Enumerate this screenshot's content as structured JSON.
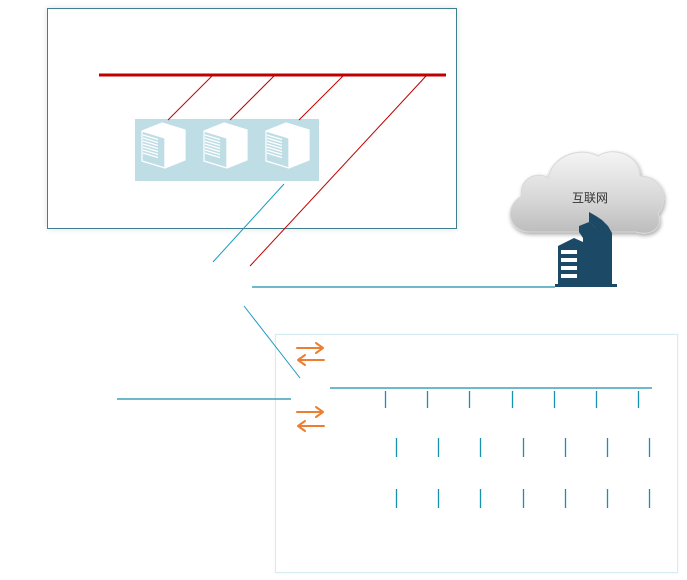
{
  "diagram": {
    "type": "network-topology",
    "cloud": {
      "label": "互联网",
      "icon": "cloud-icon"
    },
    "building": {
      "icon": "office-building-icon",
      "color": "#1c4a66"
    },
    "server_group": {
      "count": 3,
      "icon": "server-icon",
      "panel_color": "#bfdde5"
    },
    "top_bus": {
      "color": "#c00000",
      "drops": 4
    },
    "switch_rows": [
      {
        "ticks": 7
      },
      {
        "ticks": 7
      },
      {
        "ticks": 7
      }
    ],
    "exchange_arrows": {
      "count": 2,
      "icon": "bidirectional-arrows-icon",
      "color": "#ed7d31"
    },
    "colors": {
      "red_link": "#c00000",
      "blue_link": "#1a9bbf",
      "teal_line": "#1691ae",
      "box_border": "#3f7f92",
      "light_border": "#d6ecf2"
    }
  }
}
